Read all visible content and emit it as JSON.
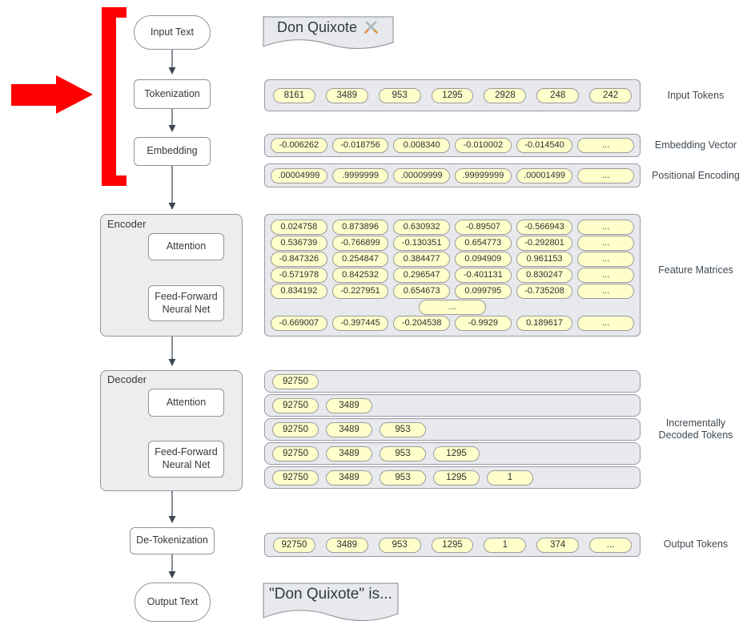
{
  "palette": {
    "red": "#fe0000",
    "tray_fill": "#e7e9ed",
    "pill_fill": "#ffffcc",
    "node_border": "#8f959b",
    "connector": "#43505c"
  },
  "flow": {
    "input_text": "Input Text",
    "tokenization": "Tokenization",
    "embedding": "Embedding",
    "encoder": {
      "title": "Encoder",
      "attention": "Attention",
      "ffnn": "Feed-Forward Neural Net"
    },
    "decoder": {
      "title": "Decoder",
      "attention": "Attention",
      "ffnn": "Feed-Forward Neural Net"
    },
    "detokenization": "De-Tokenization",
    "output_text": "Output Text"
  },
  "docs": {
    "input": {
      "text": "Don Quixote",
      "icon": "crossed-swords-icon"
    },
    "output": {
      "text": "\"Don Quixote\" is..."
    }
  },
  "rows": {
    "input_tokens": {
      "label": "Input Tokens",
      "tokens": [
        "8161",
        "3489",
        "953",
        "1295",
        "2928",
        "248",
        "242"
      ]
    },
    "embedding_vector": {
      "label": "Embedding Vector",
      "tokens": [
        "-0.006262",
        "-0.018756",
        "0.008340",
        "-0.010002",
        "-0.014540",
        "..."
      ]
    },
    "positional_encoding": {
      "label": "Positional Encoding",
      "tokens": [
        ".00004999",
        ".9999999",
        ".00009999",
        ".99999999",
        ".00001499",
        "..."
      ]
    },
    "feature_matrices": {
      "label": "Feature Matrices",
      "rows": [
        [
          "0.024758",
          "0.873896",
          "0.630932",
          "-0.89507",
          "-0.566943",
          "..."
        ],
        [
          "0.536739",
          "-0.766899",
          "-0.130351",
          "0.654773",
          "-0.292801",
          "..."
        ],
        [
          "-0.847326",
          "0.254847",
          "0.384477",
          "0.094909",
          "0.961153",
          "..."
        ],
        [
          "-0.571978",
          "0.842532",
          "0.296547",
          "-0.401131",
          "0.830247",
          "..."
        ],
        [
          "0.834192",
          "-0.227951",
          "0.654673",
          "0.099795",
          "-0.735208",
          "..."
        ],
        [
          "..."
        ],
        [
          "-0.669007",
          "-0.397445",
          "-0.204538",
          "-0.9929",
          "0.189617",
          "..."
        ]
      ]
    },
    "incremental": {
      "label": "Incrementally Decoded Tokens",
      "rows": [
        [
          "92750"
        ],
        [
          "92750",
          "3489"
        ],
        [
          "92750",
          "3489",
          "953"
        ],
        [
          "92750",
          "3489",
          "953",
          "1295"
        ],
        [
          "92750",
          "3489",
          "953",
          "1295",
          "1"
        ]
      ]
    },
    "output_tokens": {
      "label": "Output Tokens",
      "tokens": [
        "92750",
        "3489",
        "953",
        "1295",
        "1",
        "374",
        "..."
      ]
    }
  }
}
